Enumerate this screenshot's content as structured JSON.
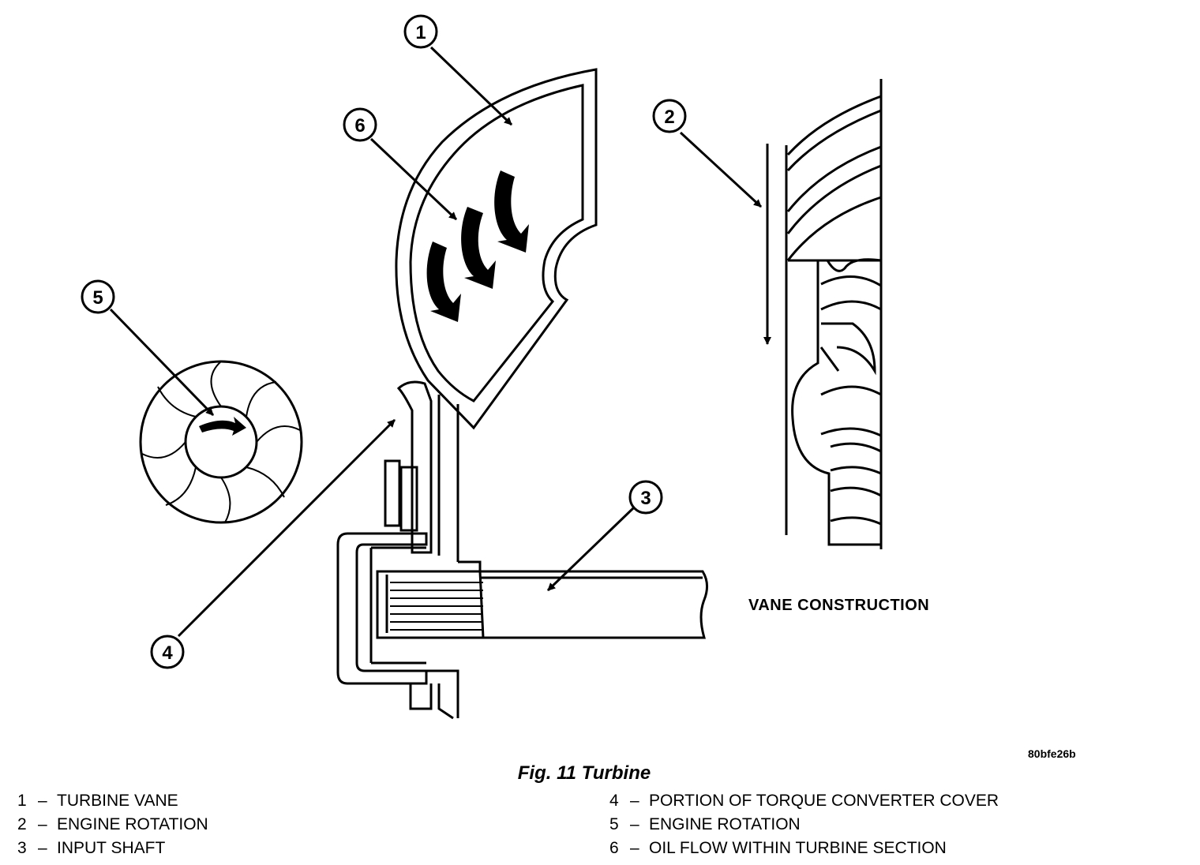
{
  "figure": {
    "title": "Fig. 11 Turbine",
    "code": "80bfe26b",
    "vane_label": "VANE CONSTRUCTION",
    "callouts": [
      "1",
      "2",
      "3",
      "4",
      "5",
      "6"
    ]
  },
  "legend": {
    "dash": "–",
    "left": [
      {
        "num": "1",
        "text": "TURBINE VANE"
      },
      {
        "num": "2",
        "text": "ENGINE ROTATION"
      },
      {
        "num": "3",
        "text": "INPUT SHAFT"
      }
    ],
    "right": [
      {
        "num": "4",
        "text": "PORTION OF TORQUE CONVERTER COVER"
      },
      {
        "num": "5",
        "text": "ENGINE ROTATION"
      },
      {
        "num": "6",
        "text": "OIL FLOW WITHIN TURBINE SECTION"
      }
    ]
  }
}
